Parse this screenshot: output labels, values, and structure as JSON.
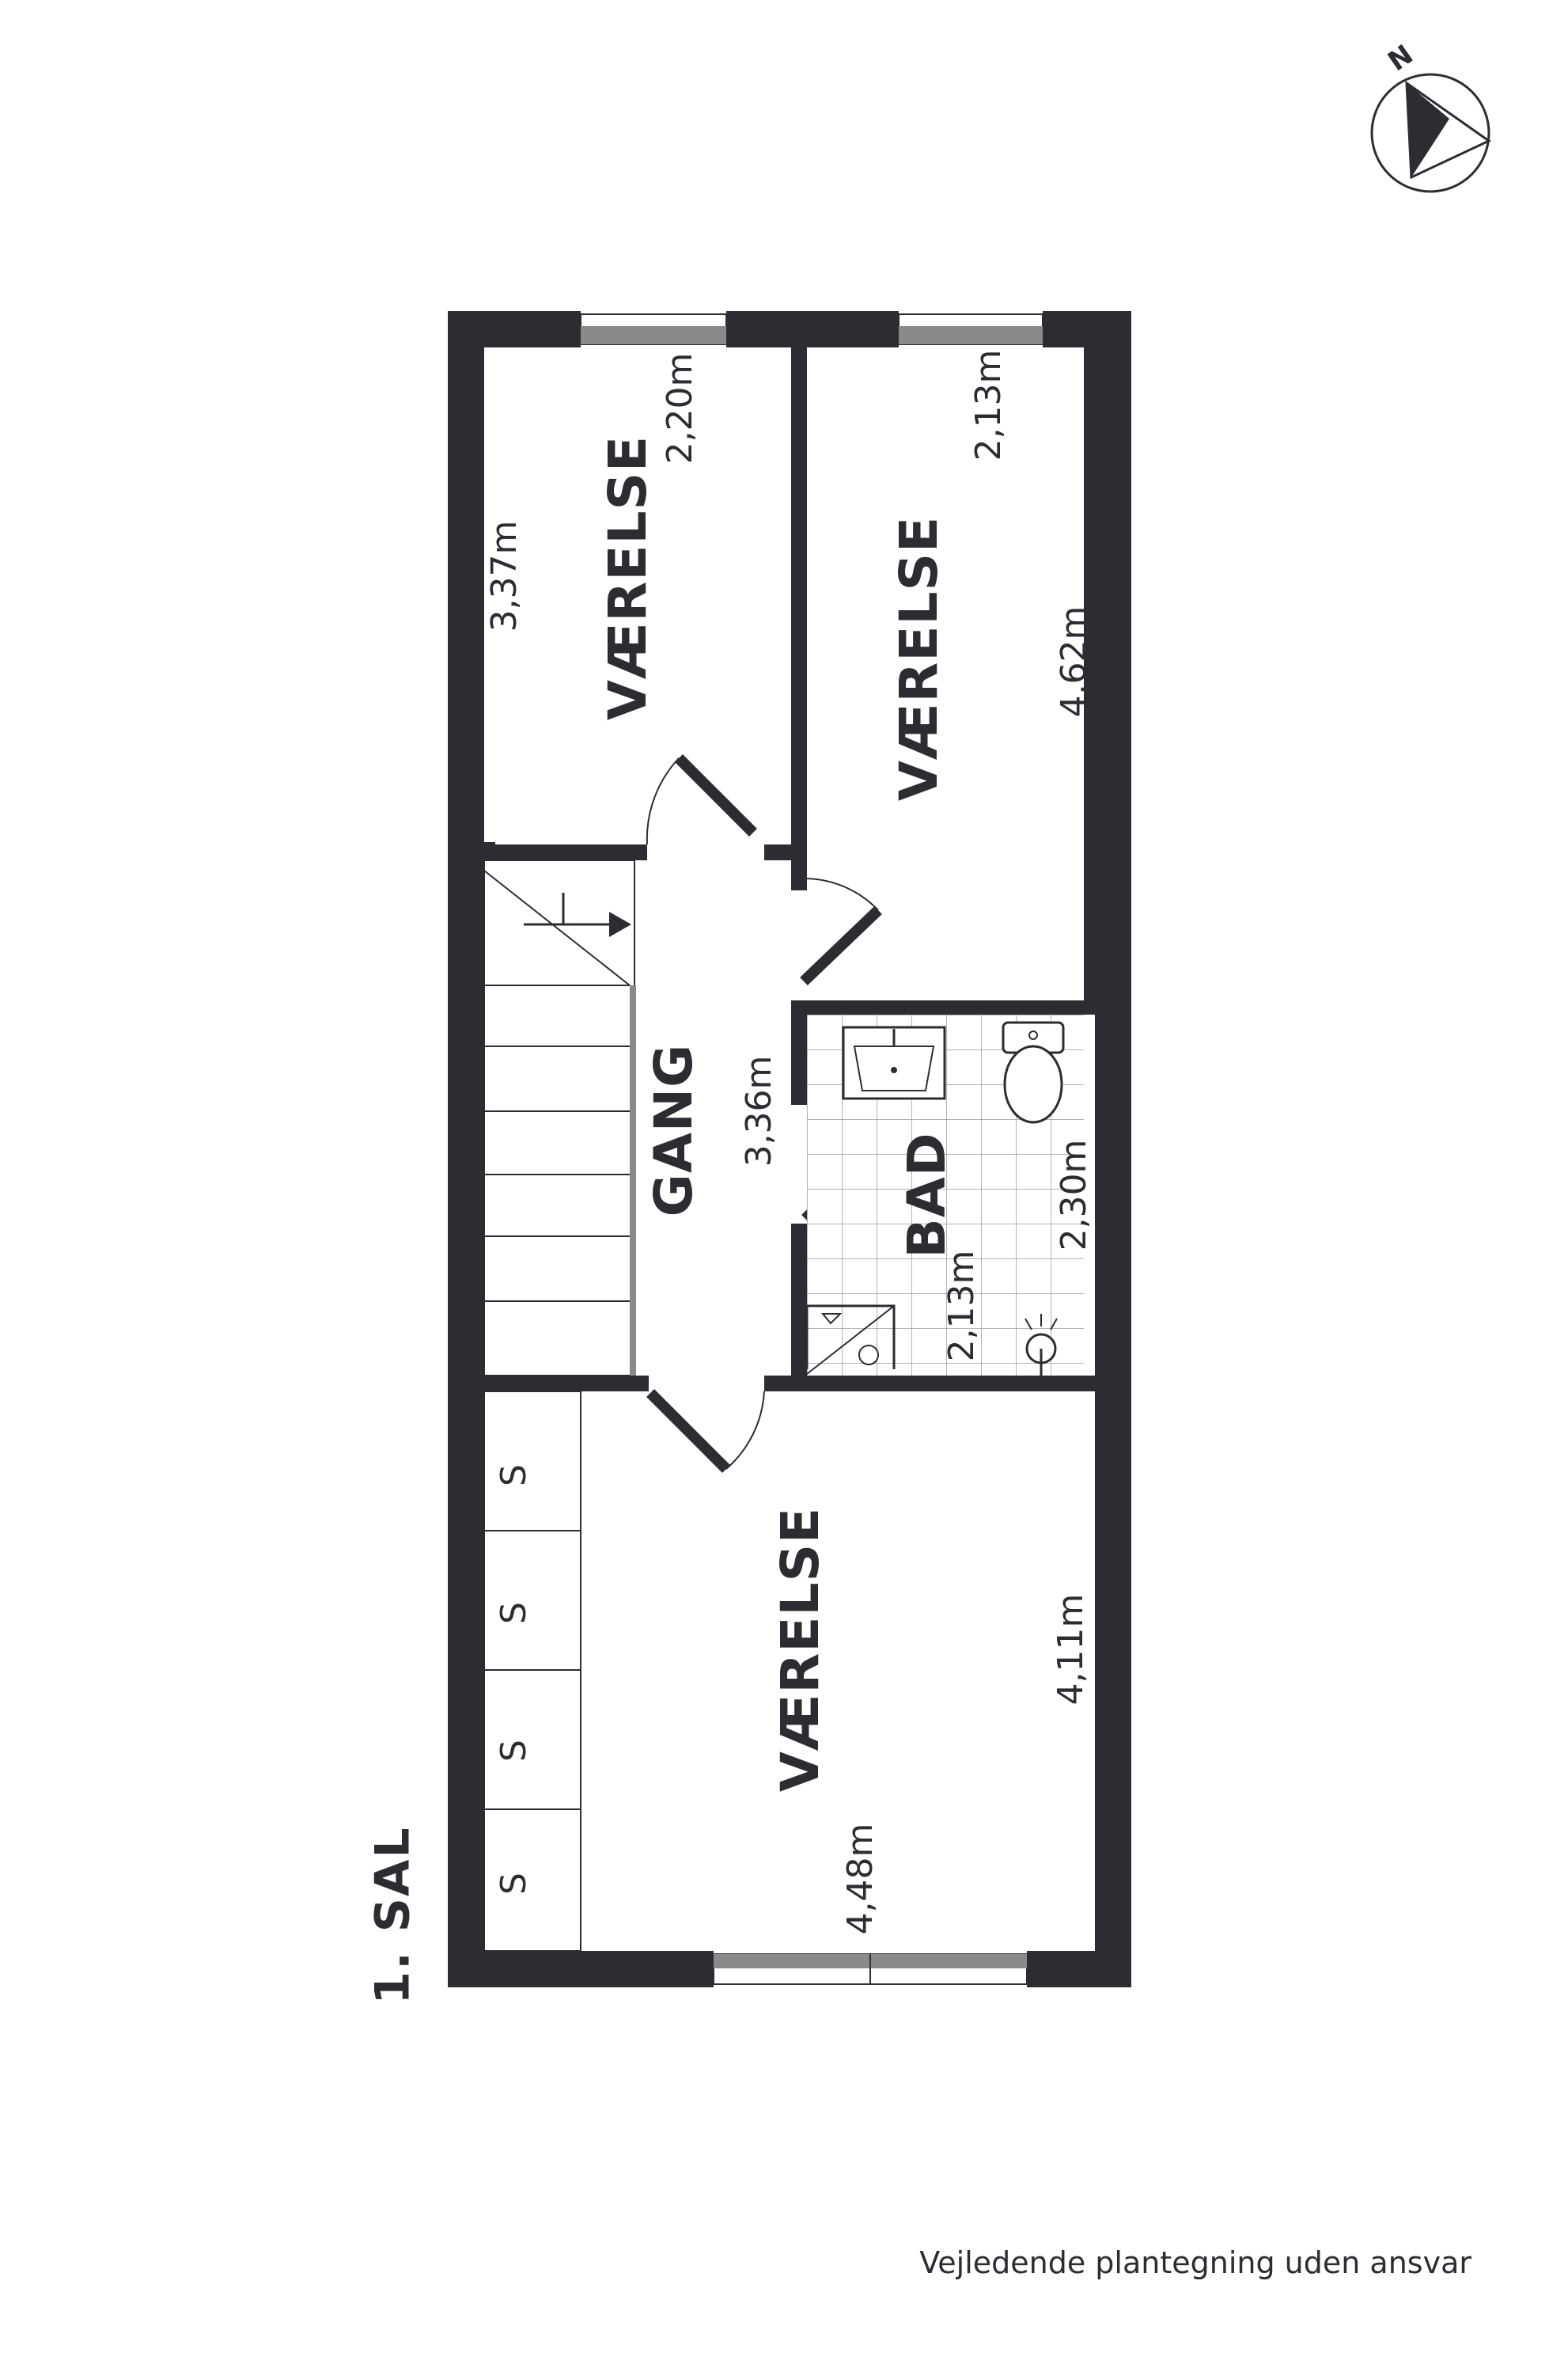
{
  "floor_label": "1. SAL",
  "compass_label": "N",
  "disclaimer": "Vejledende plantegning uden ansvar",
  "rooms": {
    "vaerelse_top_left": {
      "name": "VÆRELSE",
      "width": "2,20m",
      "depth": "3,37m"
    },
    "vaerelse_top_right": {
      "name": "VÆRELSE",
      "width": "2,13m",
      "depth": "4,62m"
    },
    "gang": {
      "name": "GANG",
      "length": "3,36m"
    },
    "bad": {
      "name": "BAD",
      "length": "2,30m",
      "width": "2,13m"
    },
    "vaerelse_bottom": {
      "name": "VÆRELSE",
      "width": "4,48m",
      "depth": "4,11m"
    }
  },
  "closet_marks": [
    "S",
    "S",
    "S",
    "S"
  ],
  "colors": {
    "wall": "#2b2d33",
    "window": "#8a8a8a",
    "background": "#ffffff"
  }
}
